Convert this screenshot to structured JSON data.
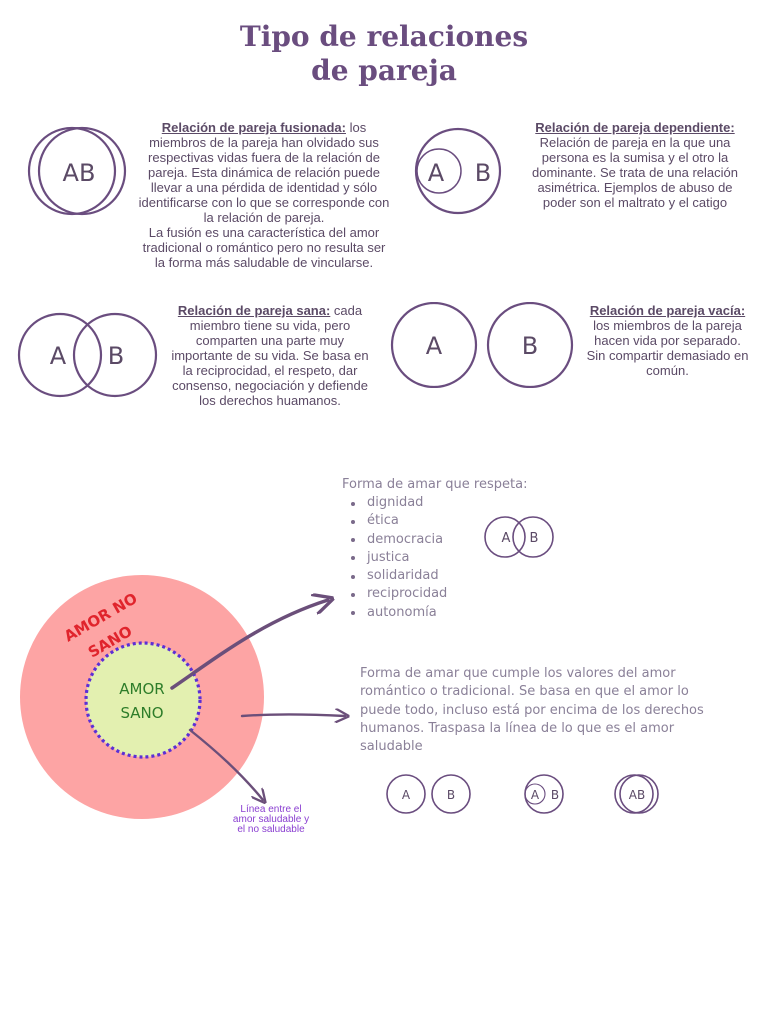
{
  "title": {
    "line1": "Tipo de relaciones",
    "line2": "de pareja"
  },
  "types": {
    "fusionada": {
      "heading": "Relación de pareja fusionada:",
      "text": " los miembros de la pareja han olvidado sus respectivas vidas fuera de la relación de pareja. Esta dinámica de relación puede llevar a una pérdida de identidad y sólo identificarse con lo que se corresponde con la relación de pareja.",
      "text2": "La fusión es una característica del amor tradicional o romántico pero no resulta ser la forma más saludable de vincularse.",
      "label": "AB"
    },
    "dependiente": {
      "heading": "Relación de pareja dependiente:",
      "text": "Relación de pareja en la que una persona es la sumisa y el otro la dominante. Se trata de una relación asimétrica.  Ejemplos de abuso de poder son el maltrato y el catigo",
      "label_a": "A",
      "label_b": "B"
    },
    "sana": {
      "heading": "Relación de pareja sana:",
      "text": " cada miembro tiene su vida, pero comparten una parte muy importante de su vida. Se basa en la reciprocidad, el respeto, dar consenso, negociación y defiende los derechos huamanos.",
      "label_a": "A",
      "label_b": "B"
    },
    "vacia": {
      "heading": "Relación de pareja vacía:",
      "text": "los miembros de la pareja hacen vida por separado. Sin compartir demasiado en común.",
      "label_a": "A",
      "label_b": "B"
    }
  },
  "healthy": {
    "intro": "Forma de amar que respeta:",
    "values": [
      "dignidad",
      "ética",
      "democracia",
      "justica",
      "solidaridad",
      "reciprocidad",
      "autonomía"
    ],
    "label_a": "A",
    "label_b": "B"
  },
  "unhealthy": {
    "text": "Forma de amar que cumple los valores del amor romántico o tradicional. Se basa en que el amor lo puede todo, incluso está por encima de los derechos humanos.  Traspasa la línea de lo que es el amor saludable",
    "labels": {
      "a": "A",
      "b": "B",
      "ab": "AB"
    }
  },
  "diagram": {
    "outer_label_1": "AMOR NO",
    "outer_label_2": "SANO",
    "inner_label_1": "AMOR",
    "inner_label_2": "SANO",
    "line_note_1": "Línea entre el",
    "line_note_2": "amor saludable y",
    "line_note_3": "el no saludable"
  },
  "colors": {
    "title": "#6a4d7f",
    "circle_stroke": "#6a4d7f",
    "outer_fill": "#fda4a4",
    "inner_fill": "#e3f0b0",
    "dotted": "#5b2fd6",
    "red_text": "#e0242c",
    "green_text": "#2e7d2a",
    "note_text": "#8a3fd1"
  }
}
